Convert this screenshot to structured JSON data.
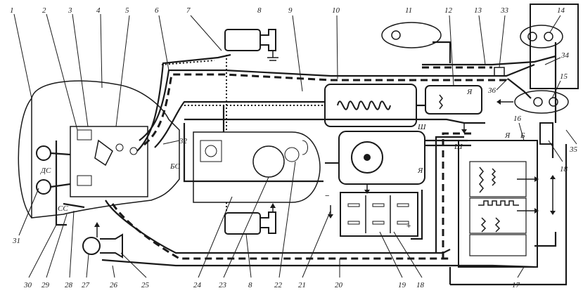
{
  "callouts": {
    "n1": "1",
    "n2": "2",
    "n3": "3",
    "n4": "4",
    "n5": "5",
    "n6": "6",
    "n7": "7",
    "n8_top": "8",
    "n9": "9",
    "n10": "10",
    "n11": "11",
    "n12": "12",
    "n13": "13",
    "n33": "33",
    "n14": "14",
    "n34": "34",
    "n15": "15",
    "n36": "36",
    "n35": "35",
    "n16": "16",
    "n17": "17",
    "n18": "18",
    "n19": "19",
    "n20": "20",
    "n21": "21",
    "n22": "22",
    "n8_bottom": "8",
    "n23": "23",
    "n24": "24",
    "n25": "25",
    "n26": "26",
    "n27": "27",
    "n28": "28",
    "n29": "29",
    "n30": "30",
    "n31": "31",
    "n32": "32"
  },
  "terminal_marks": {
    "dc": "ДС",
    "cc": "СС",
    "bs": "БС",
    "ya_relay": "Я",
    "sh_gen": "Ш",
    "ya_gen": "Я",
    "ya_reg": "Я",
    "sh_reg": "Ш",
    "b_reg": "Б",
    "plus": "+",
    "minus": "−"
  }
}
